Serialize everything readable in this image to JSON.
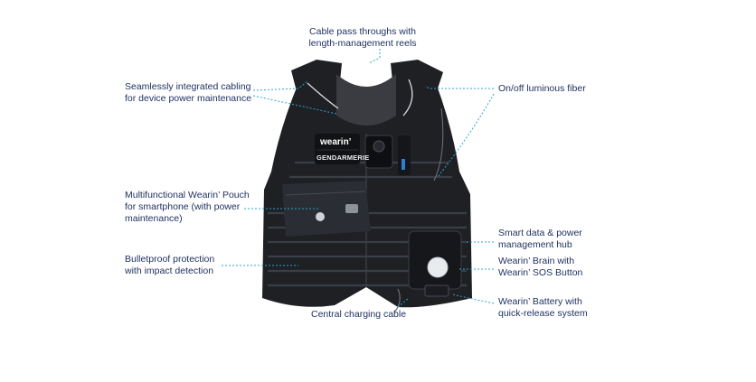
{
  "callouts": {
    "cable_pass": "Cable pass throughs with\nlength-management reels",
    "integrated_cabling": "Seamlessly integrated cabling\nfor device power maintenance",
    "luminous_fiber": "On/off luminous fiber",
    "pouch": "Multifunctional Wearin’ Pouch\nfor smartphone (with power\nmaintenance)",
    "bulletproof": "Bulletproof protection\nwith impact detection",
    "charging_cable": "Central charging cable",
    "data_hub": "Smart data & power\nmanagement hub",
    "brain": "Wearin’ Brain with\nWearin’ SOS Button",
    "battery": "Wearin’ Battery with\nquick-release system"
  },
  "patches": {
    "brand": "wearin’",
    "unit": "GENDARMERIE"
  },
  "colors": {
    "text": "#1d2f5e",
    "leader": "#2fa3cf",
    "vest": "#1e2024"
  }
}
